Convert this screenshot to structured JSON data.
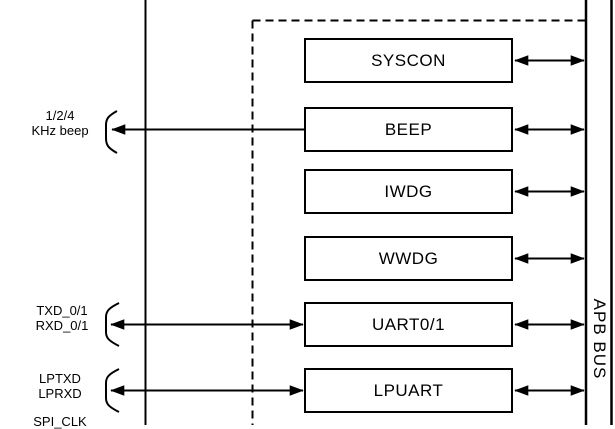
{
  "diagram": {
    "bus": {
      "label": "APB BUS"
    },
    "peripheral_blocks": [
      {
        "label": "SYSCON"
      },
      {
        "label": "BEEP"
      },
      {
        "label": "IWDG"
      },
      {
        "label": "WWDG"
      },
      {
        "label": "UART0/1"
      },
      {
        "label": "LPUART"
      }
    ],
    "pin_labels": {
      "beep": {
        "line1": "1/2/4",
        "line2": "KHz beep"
      },
      "uart": {
        "line1": "TXD_0/1",
        "line2": "RXD_0/1"
      },
      "lpuart": {
        "line1": "LPTXD",
        "line2": "LPRXD"
      },
      "spi_partial": {
        "line1": "SPI_CLK"
      }
    },
    "colors": {
      "line": "#000000",
      "background": "#ffffff",
      "text": "#000000"
    }
  }
}
